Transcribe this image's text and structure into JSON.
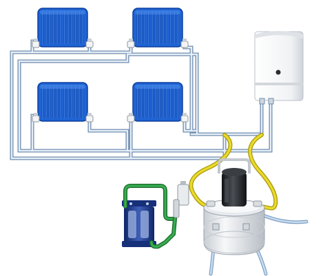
{
  "colors": {
    "background": "#ffffff",
    "pipe_fill": "#dfe8f2",
    "pipe_edge": "#6f8dae",
    "radiator_body": "#1f63d4",
    "radiator_dark": "#0b3f9e",
    "radiator_light": "#4f8fee",
    "valve": "#f2f4f6",
    "boiler_body": "#f4f5f6",
    "boiler_shadow": "#d3d7dc",
    "hose_yellow": "#e8d21f",
    "hose_yellow_edge": "#a99a10",
    "hose_green": "#2f9d45",
    "hose_green_edge": "#1e6d2e",
    "hose_clear": "#a7c7e8",
    "flush_tank": "#e9ecef",
    "flush_motor": "#2a2d30",
    "filter_housing": "#1f3b8c"
  },
  "components": {
    "radiators": [
      {
        "id": "radiator-top-left",
        "icon": "radiator-icon"
      },
      {
        "id": "radiator-top-right",
        "icon": "radiator-icon"
      },
      {
        "id": "radiator-bottom-left",
        "icon": "radiator-icon"
      },
      {
        "id": "radiator-bottom-right",
        "icon": "radiator-icon"
      }
    ],
    "boiler": {
      "icon": "wall-boiler-icon"
    },
    "flushing_unit": {
      "icon": "flushing-pump-icon"
    },
    "filter": {
      "icon": "filter-canister-icon"
    }
  }
}
